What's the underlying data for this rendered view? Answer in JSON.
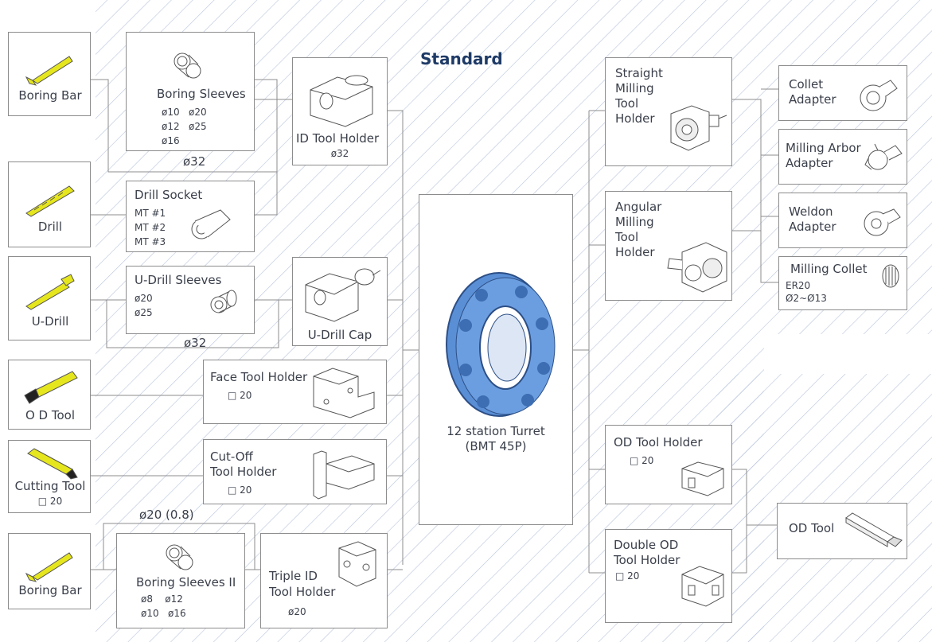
{
  "title": "Standard",
  "colors": {
    "tool_yellow": "#e6e61e",
    "turret_blue": "#5a8fd6",
    "hatch": "#b9c4dc",
    "line": "#8c8c8c",
    "title": "#1e3a66"
  },
  "tools": {
    "boring_bar_1": "Boring Bar",
    "drill": "Drill",
    "u_drill": "U-Drill",
    "od_tool": "O D Tool",
    "cutting_tool": "Cutting Tool",
    "cutting_tool_size": "□ 20",
    "boring_bar_2": "Boring Bar"
  },
  "boring_sleeves": {
    "label": "Boring  Sleeves",
    "sizes_row1": "ø10   ø20",
    "sizes_row2": "ø12   ø25",
    "sizes_row3": "ø16",
    "below": "ø32"
  },
  "id_tool_holder": {
    "label": "ID  Tool Holder",
    "size": "ø32"
  },
  "drill_socket": {
    "label": "Drill Socket",
    "mt1": "MT #1",
    "mt2": "MT #2",
    "mt3": "MT #3"
  },
  "u_drill_sleeves": {
    "label": "U-Drill Sleeves",
    "s1": "ø20",
    "s2": "ø25",
    "below": "ø32"
  },
  "u_drill_cap": {
    "label": "U-Drill Cap"
  },
  "face_tool_holder": {
    "label": "Face Tool Holder",
    "size": "□ 20"
  },
  "cut_off_holder": {
    "line1": "Cut-Off",
    "line2": "Tool Holder",
    "size": "□ 20"
  },
  "boring_sleeves_2": {
    "above": "ø20 (0.8)",
    "label": "Boring Sleeves II",
    "row1": "ø8    ø12",
    "row2": "ø10   ø16"
  },
  "triple_id_holder": {
    "line1": "Triple ID",
    "line2": "Tool Holder",
    "size": "ø20"
  },
  "turret": {
    "line1": "12 station Turret",
    "line2": "(BMT 45P)"
  },
  "straight_milling": {
    "line1": "Straight",
    "line2": "Milling",
    "line3": "Tool",
    "line4": "Holder"
  },
  "angular_milling": {
    "line1": "Angular",
    "line2": "Milling",
    "line3": "Tool",
    "line4": "Holder"
  },
  "collet_adapter": {
    "line1": "Collet",
    "line2": "Adapter"
  },
  "milling_arbor": {
    "line1": "Milling Arbor",
    "line2": "Adapter"
  },
  "weldon_adapter": {
    "line1": "Weldon",
    "line2": "Adapter"
  },
  "milling_collet": {
    "label": "Milling Collet",
    "sub1": "ER20",
    "sub2": "Ø2~Ø13"
  },
  "od_tool_holder": {
    "label": "OD Tool Holder",
    "size": "□ 20"
  },
  "double_od_holder": {
    "line1": "Double OD",
    "line2": "Tool Holder",
    "size": "□ 20"
  },
  "od_tool_right": {
    "label": "OD Tool"
  }
}
